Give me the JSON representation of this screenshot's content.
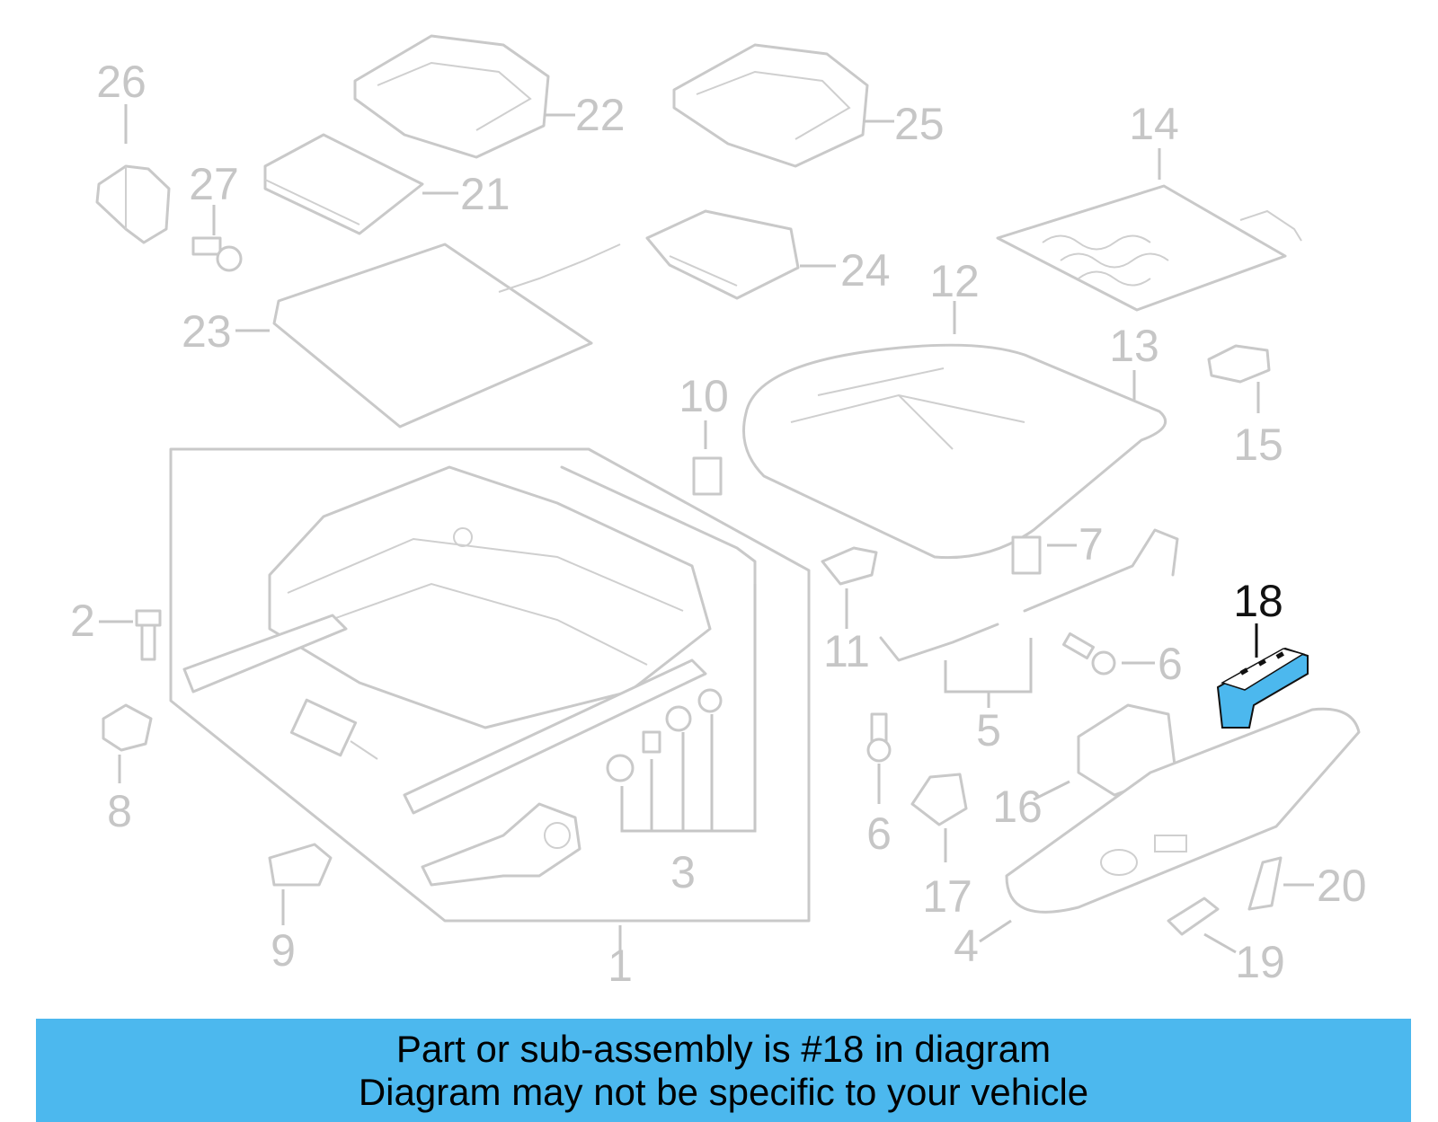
{
  "callouts": {
    "c1": "1",
    "c2": "2",
    "c3": "3",
    "c4": "4",
    "c5": "5",
    "c6a": "6",
    "c6b": "6",
    "c7": "7",
    "c8": "8",
    "c9": "9",
    "c10": "10",
    "c11": "11",
    "c12": "12",
    "c13": "13",
    "c14": "14",
    "c15": "15",
    "c16": "16",
    "c17": "17",
    "c18": "18",
    "c19": "19",
    "c20": "20",
    "c21": "21",
    "c22": "22",
    "c23": "23",
    "c24": "24",
    "c25": "25",
    "c26": "26",
    "c27": "27"
  },
  "highlighted_part": "18",
  "banner": {
    "line1": "Part or sub-assembly is #18 in diagram",
    "line2": "Diagram may not be specific to your vehicle"
  },
  "colors": {
    "banner": "#4cb8ee",
    "highlight_part": "#4cb8ee",
    "gray_parts": "#c9c9c9"
  }
}
